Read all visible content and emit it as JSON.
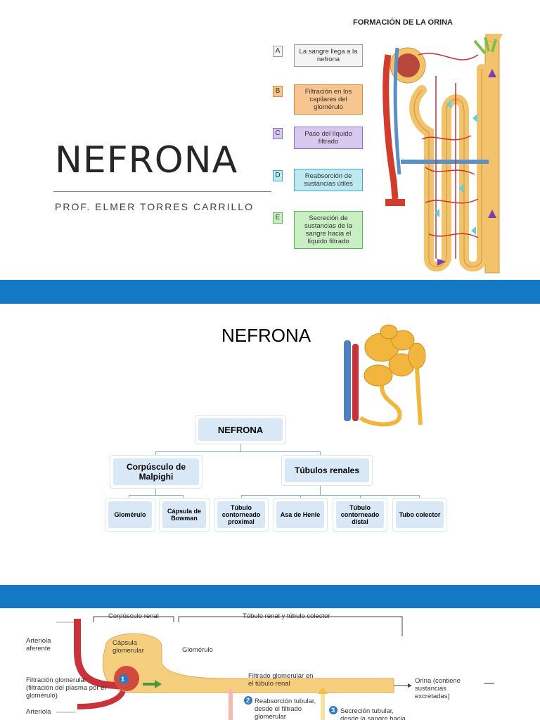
{
  "slide1": {
    "title": "NEFRONA",
    "subtitle": "PROF. ELMER TORRES CARRILLO",
    "figure_title": "FORMACIÓN DE LA ORINA",
    "legend": [
      {
        "letter": "A",
        "text": "La sangre llega a la nefrona",
        "color": "#f3f3f3",
        "border": "#9a9a9a"
      },
      {
        "letter": "B",
        "text": "Filtración en los capilares del glomérulo",
        "color": "#f7c58f",
        "border": "#e08b33"
      },
      {
        "letter": "C",
        "text": "Paso del líquido filtrado",
        "color": "#d9c8ee",
        "border": "#8b6fc4"
      },
      {
        "letter": "D",
        "text": "Reabsorción de sustancias útiles",
        "color": "#bfe9f1",
        "border": "#36a9c5"
      },
      {
        "letter": "E",
        "text": "Secreción de sustancias de la sangre hacia el líquido filtrado",
        "color": "#c9eec3",
        "border": "#5cb553"
      }
    ]
  },
  "slide2": {
    "title": "NEFRONA",
    "root": "NEFRONA",
    "level1": [
      "Corpúsculo de Malpighi",
      "Túbulos renales"
    ],
    "level2_left": [
      "Glomérulo",
      "Cápsula de Bowman"
    ],
    "level2_right": [
      "Túbulo contorneado proximal",
      "Asa de Henle",
      "Túbulo contorneado distal",
      "Tubo colector"
    ]
  },
  "slide3": {
    "header_left": "Corpúsculo renal",
    "header_right": "Túbulo renal y túbulo colector",
    "labels": {
      "afferent": "Arteriola aferente",
      "capsule": "Cápsula glomerular",
      "glomerulus": "Glomérulo",
      "filtration": "Filtración glomerular (filtración del plasma por el glomérulo)",
      "arteriole2": "Arteriola",
      "filtrate": "Filtrado glomerular en el túbulo renal",
      "reabsorption": "Reabsorción tubular, desde el filtrado glomerular",
      "secretion": "Secreción tubular, desde la sangre hacia",
      "urine": "Orina (contiene sustancias excretadas)"
    },
    "steps": [
      "1",
      "2",
      "3"
    ]
  },
  "colors": {
    "band": "#1479c4",
    "node_fill": "#d9e8f6",
    "tubule": "#f2c36b",
    "artery": "#d33b2c",
    "vein": "#5a8fc8"
  }
}
